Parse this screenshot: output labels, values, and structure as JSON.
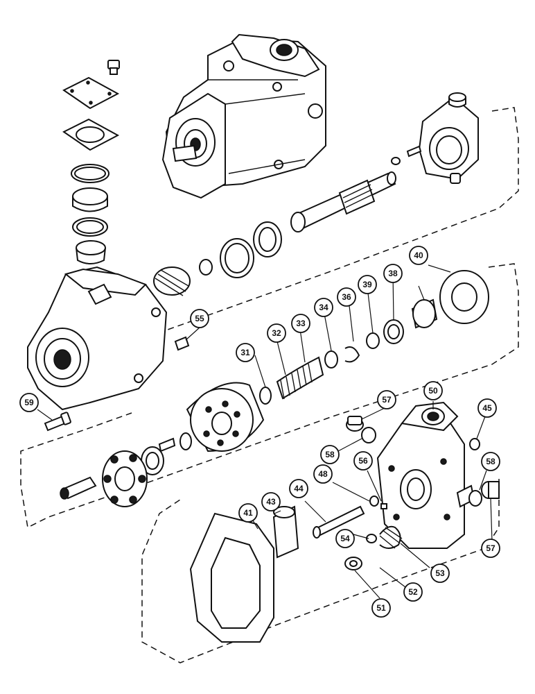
{
  "callouts": [
    {
      "id": "c55",
      "label": "55"
    },
    {
      "id": "c59",
      "label": "59"
    },
    {
      "id": "c31",
      "label": "31"
    },
    {
      "id": "c32",
      "label": "32"
    },
    {
      "id": "c33",
      "label": "33"
    },
    {
      "id": "c34",
      "label": "34"
    },
    {
      "id": "c36",
      "label": "36"
    },
    {
      "id": "c39",
      "label": "39"
    },
    {
      "id": "c38",
      "label": "38"
    },
    {
      "id": "c40",
      "label": "40"
    },
    {
      "id": "c57a",
      "label": "57"
    },
    {
      "id": "c50",
      "label": "50"
    },
    {
      "id": "c45",
      "label": "45"
    },
    {
      "id": "c58a",
      "label": "58"
    },
    {
      "id": "c56",
      "label": "56"
    },
    {
      "id": "c48",
      "label": "48"
    },
    {
      "id": "c58b",
      "label": "58"
    },
    {
      "id": "c44",
      "label": "44"
    },
    {
      "id": "c43",
      "label": "43"
    },
    {
      "id": "c41",
      "label": "41"
    },
    {
      "id": "c54",
      "label": "54"
    },
    {
      "id": "c53",
      "label": "53"
    },
    {
      "id": "c52",
      "label": "52"
    },
    {
      "id": "c51",
      "label": "51"
    },
    {
      "id": "c57b",
      "label": "57"
    }
  ]
}
